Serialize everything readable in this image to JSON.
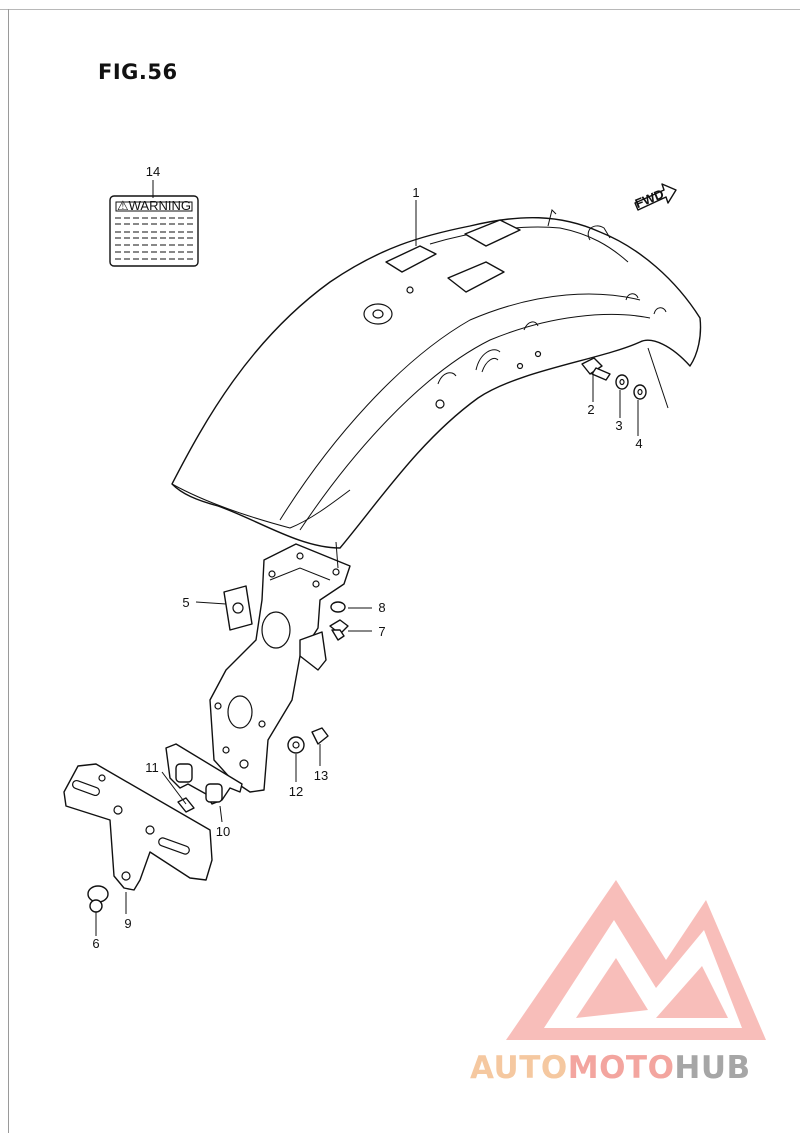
{
  "figure": {
    "title": "FIG.56"
  },
  "warning_label": {
    "text": "WARNING",
    "symbol": "⚠"
  },
  "fwd_tag": "FWD",
  "callouts": [
    {
      "id": "c1",
      "num": "1"
    },
    {
      "id": "c2",
      "num": "2"
    },
    {
      "id": "c3",
      "num": "3"
    },
    {
      "id": "c4",
      "num": "4"
    },
    {
      "id": "c5",
      "num": "5"
    },
    {
      "id": "c6",
      "num": "6"
    },
    {
      "id": "c7",
      "num": "7"
    },
    {
      "id": "c8",
      "num": "8"
    },
    {
      "id": "c9",
      "num": "9"
    },
    {
      "id": "c10",
      "num": "10"
    },
    {
      "id": "c11",
      "num": "11"
    },
    {
      "id": "c12",
      "num": "12"
    },
    {
      "id": "c13",
      "num": "13"
    },
    {
      "id": "c14",
      "num": "14"
    }
  ],
  "watermark": {
    "part1": "AUTO",
    "part2": "MOTO",
    "part3": "HUB",
    "colors": {
      "auto": "#f5c8a0",
      "moto": "#f3a59f",
      "hub": "#a6a6a6",
      "logo": "#f08f8a"
    }
  }
}
